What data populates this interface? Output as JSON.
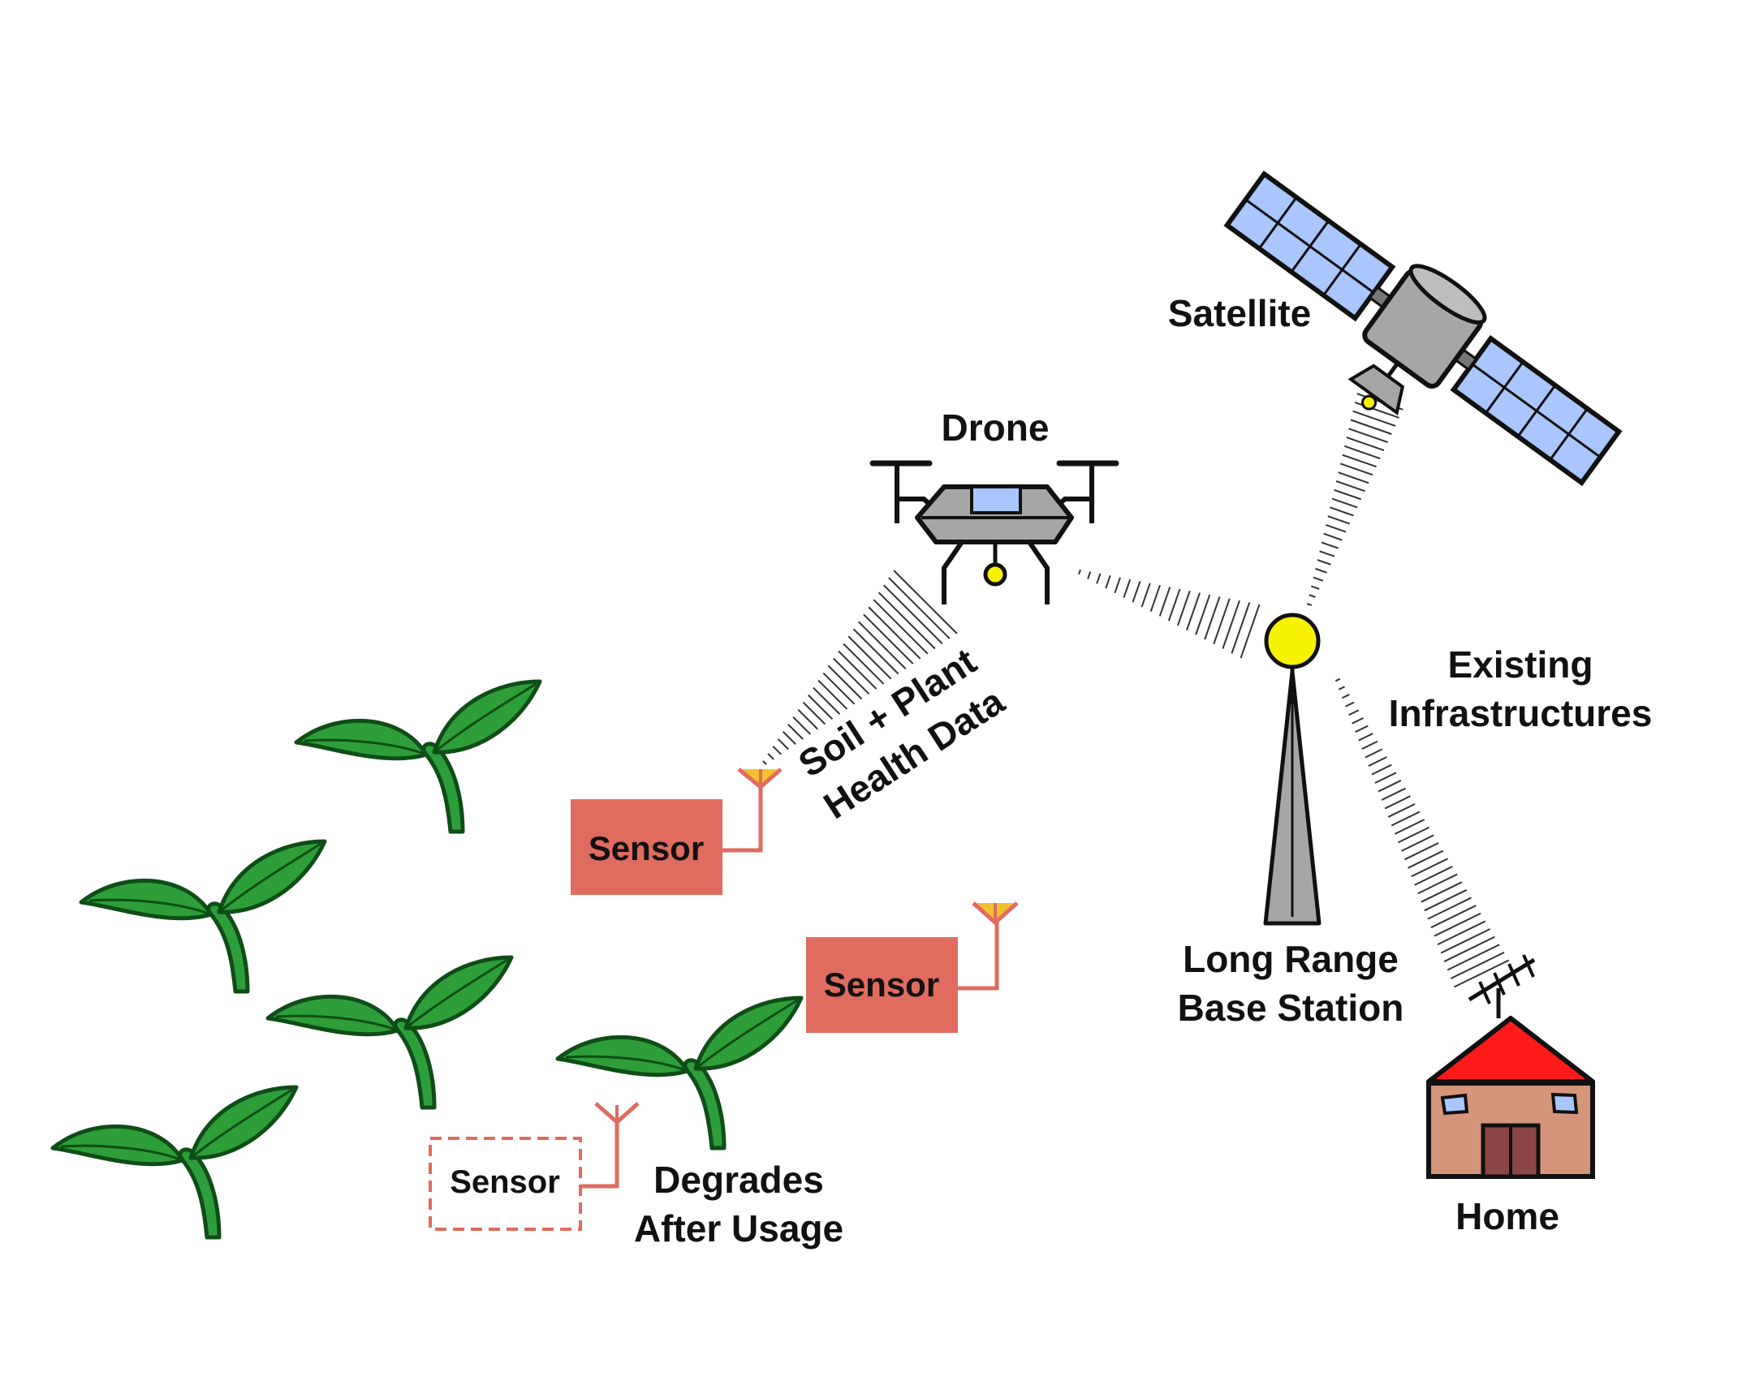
{
  "labels": {
    "satellite": "Satellite",
    "drone": "Drone",
    "existing_line1": "Existing",
    "existing_line2": "Infrastructures",
    "soil_line1": "Soil + Plant",
    "soil_line2": "Health Data",
    "base_line1": "Long Range",
    "base_line2": "Base Station",
    "home": "Home",
    "degrades_line1": "Degrades",
    "degrades_line2": "After Usage"
  },
  "sensors": [
    {
      "label": "Sensor",
      "state": "active"
    },
    {
      "label": "Sensor",
      "state": "active"
    },
    {
      "label": "Sensor",
      "state": "degraded"
    }
  ],
  "colors": {
    "plant_leaf": "#2e9e3a",
    "plant_outline": "#0f4d16",
    "sensor_fill": "#e06b5f",
    "sensor_line": "#e06b5f",
    "antenna_tip": "#f2c12e",
    "satellite_panel": "#a9c6ff",
    "body_gray": "#a6a6a6",
    "beacon_yellow": "#f7f200",
    "roof_red": "#ff1a1a",
    "wall_tan": "#d4957a",
    "door_brown": "#8b4545",
    "window_blue": "#a9c6ff"
  }
}
